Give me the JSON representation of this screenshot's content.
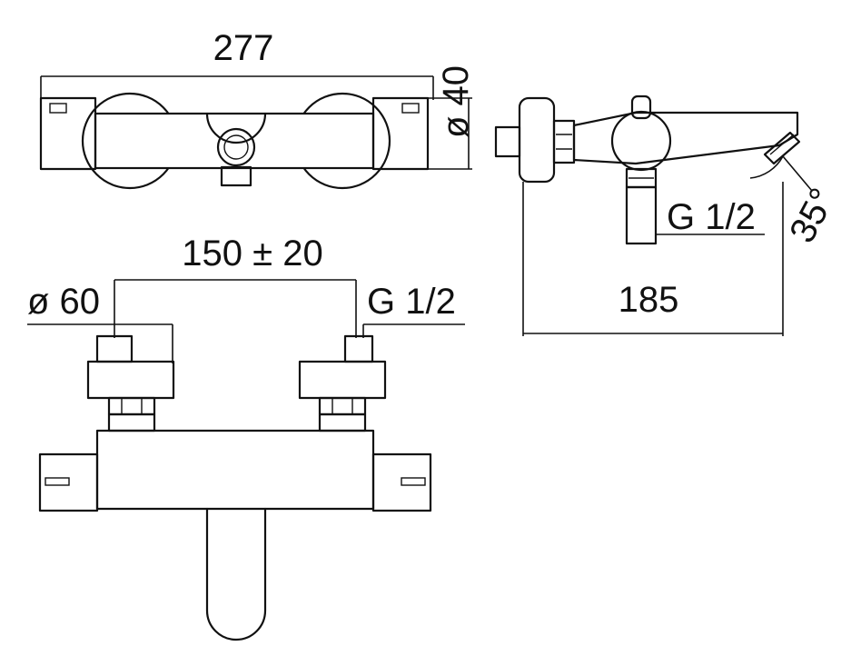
{
  "dimensions": {
    "overall_width": "277",
    "body_diameter": "ø 40",
    "centers": "150 ± 20",
    "eccentric_diameter": "ø 60",
    "thread_front": "G 1/2",
    "thread_side": "G 1/2",
    "depth": "185",
    "spout_angle": "35°"
  }
}
